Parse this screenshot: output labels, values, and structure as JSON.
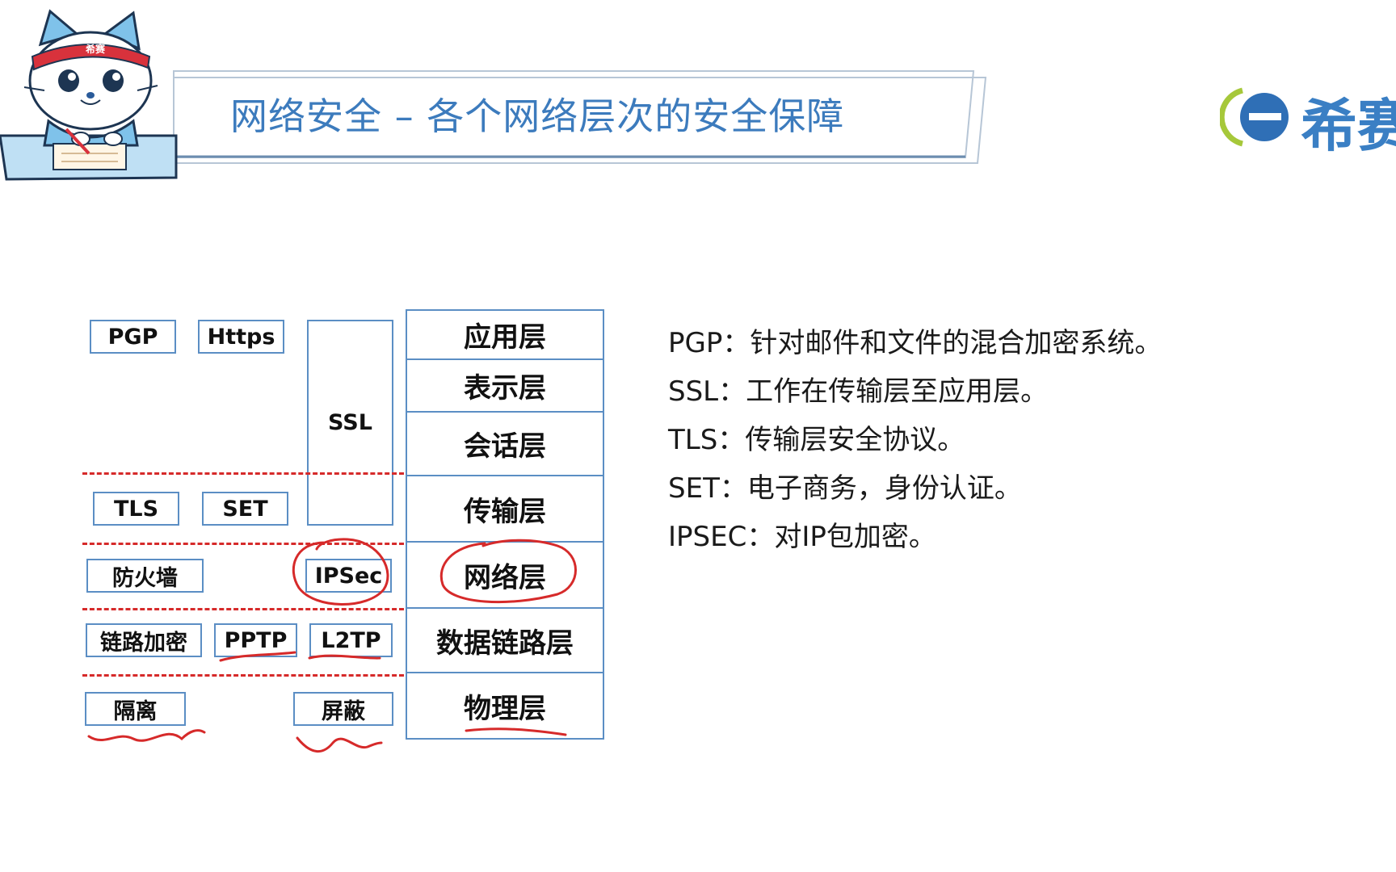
{
  "header": {
    "title": "网络安全 – 各个网络层次的安全保障",
    "mascot_band_text": "希赛",
    "logo_text": "希赛"
  },
  "osi_layers": [
    "应用层",
    "表示层",
    "会话层",
    "传输层",
    "网络层",
    "数据链路层",
    "物理层"
  ],
  "protocols": {
    "pgp": "PGP",
    "https": "Https",
    "ssl": "SSL",
    "tls": "TLS",
    "set": "SET",
    "firewall": "防火墙",
    "ipsec": "IPSec",
    "link_encryption": "链路加密",
    "pptp": "PPTP",
    "l2tp": "L2TP",
    "isolation": "隔离",
    "shielding": "屏蔽"
  },
  "notes": [
    "PGP：针对邮件和文件的混合加密系统。",
    "SSL：工作在传输层至应用层。",
    "TLS：传输层安全协议。",
    "SET：电子商务，身份认证。",
    "IPSEC：对IP包加密。"
  ],
  "colors": {
    "title": "#3c7bbd",
    "box_border": "#5b8ec4",
    "annotation_red": "#d62a2a"
  }
}
